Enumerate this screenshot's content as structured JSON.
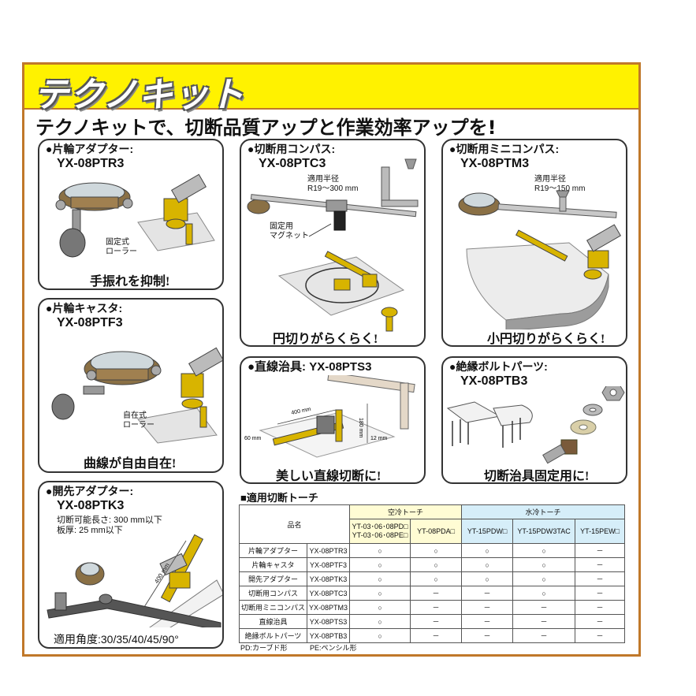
{
  "banner": {
    "title": "テクノキット"
  },
  "headline": "テクノキットで、切断品質アップと作業効率アップを!",
  "colors": {
    "frame": "#c0782a",
    "banner": "#fff200",
    "brass": "#d8b400",
    "air_header": "#fffcd4",
    "water_header": "#d6eef9"
  },
  "cards": {
    "ptr3": {
      "title": "●片輪アダプター:",
      "model": "YX-08PTR3",
      "note1": "固定式",
      "note2": "ローラー",
      "caption": "手振れを抑制!"
    },
    "ptf3": {
      "title": "●片輪キャスタ:",
      "model": "YX-08PTF3",
      "note1": "自在式",
      "note2": "ローラー",
      "caption": "曲線が自由自在!"
    },
    "ptk3": {
      "title": "●開先アダプター:",
      "model": "YX-08PTK3",
      "spec1": "切断可能長さ: 300 mm以下",
      "spec2": "板厚: 25 mm以下",
      "dim": "400 mm",
      "caption": "適用角度:30/35/40/45/90°"
    },
    "ptc3": {
      "title": "●切断用コンパス:",
      "model": "YX-08PTC3",
      "radius_label": "適用半径",
      "radius": "R19～300 mm",
      "magnet1": "固定用",
      "magnet2": "マグネット",
      "caption": "円切りがらくらく!"
    },
    "pts3": {
      "title": "●直線治具: YX-08PTS3",
      "dim1": "400 mm",
      "dim2": "180 mm",
      "dim3": "60 mm",
      "dim4": "12 mm",
      "caption": "美しい直線切断に!"
    },
    "ptm3": {
      "title": "●切断用ミニコンパス:",
      "model": "YX-08PTM3",
      "radius_label": "適用半径",
      "radius": "R19～150 mm",
      "caption": "小円切りがらくらく!"
    },
    "ptb3": {
      "title": "●絶縁ボルトパーツ:",
      "model": "YX-08PTB3",
      "caption": "切断治具固定用に!"
    }
  },
  "torch_table": {
    "title": "■適用切断トーチ",
    "name_header": "品名",
    "air_group": "空冷トーチ",
    "water_group": "水冷トーチ",
    "col1_line1": "YT-03･06･08PD□",
    "col1_line2": "YT-03･06･08PE□",
    "col2": "YT-08PDA□",
    "col3": "YT-15PDW□",
    "col4": "YT-15PDW3TAC",
    "col5": "YT-15PEW□",
    "rows": [
      {
        "name": "片輪アダプター",
        "model": "YX-08PTR3",
        "v": [
          "○",
          "○",
          "○",
          "○",
          "－"
        ]
      },
      {
        "name": "片輪キャスタ",
        "model": "YX-08PTF3",
        "v": [
          "○",
          "○",
          "○",
          "○",
          "－"
        ]
      },
      {
        "name": "開先アダプター",
        "model": "YX-08PTK3",
        "v": [
          "○",
          "○",
          "○",
          "○",
          "－"
        ]
      },
      {
        "name": "切断用コンパス",
        "model": "YX-08PTC3",
        "v": [
          "○",
          "－",
          "－",
          "○",
          "－"
        ]
      },
      {
        "name": "切断用ミニコンパス",
        "model": "YX-08PTM3",
        "v": [
          "○",
          "－",
          "－",
          "－",
          "－"
        ]
      },
      {
        "name": "直線治具",
        "model": "YX-08PTS3",
        "v": [
          "○",
          "－",
          "－",
          "－",
          "－"
        ]
      },
      {
        "name": "絶縁ボルトパーツ",
        "model": "YX-08PTB3",
        "v": [
          "○",
          "－",
          "－",
          "－",
          "－"
        ]
      }
    ],
    "footnote1": "PD:カーブド形",
    "footnote2": "PE:ペンシル形"
  }
}
